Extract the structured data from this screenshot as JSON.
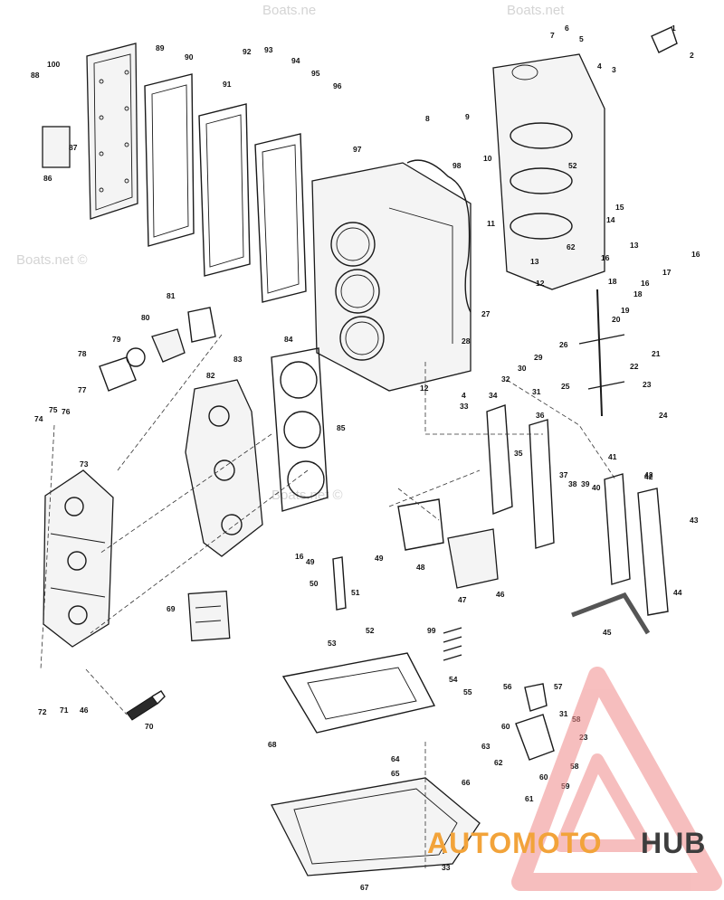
{
  "watermarks": [
    "Boats.net ©",
    "Boats.net ©",
    "Boats.ne",
    "Boats.net"
  ],
  "brand": {
    "word1": "AUTOMOTO",
    "word2": "HUB",
    "colors": {
      "red": "#e83a3a",
      "triangle": "#f08a8a",
      "orange": "#f2a33a",
      "dark": "#3d3d3d"
    }
  },
  "callouts": [
    "1",
    "2",
    "3",
    "4",
    "5",
    "6",
    "7",
    "8",
    "9",
    "10",
    "11",
    "12",
    "13",
    "14",
    "15",
    "16",
    "17",
    "18",
    "19",
    "20",
    "21",
    "22",
    "23",
    "24",
    "25",
    "26",
    "27",
    "28",
    "29",
    "30",
    "31",
    "32",
    "33",
    "34",
    "35",
    "36",
    "37",
    "38",
    "39",
    "40",
    "41",
    "42",
    "43",
    "44",
    "45",
    "46",
    "47",
    "48",
    "49",
    "50",
    "51",
    "52",
    "53",
    "54",
    "55",
    "56",
    "57",
    "58",
    "59",
    "60",
    "61",
    "62",
    "63",
    "64",
    "65",
    "66",
    "67",
    "68",
    "69",
    "70",
    "71",
    "72",
    "73",
    "74",
    "75",
    "76",
    "77",
    "78",
    "79",
    "80",
    "81",
    "82",
    "83",
    "84",
    "85",
    "86",
    "87",
    "88",
    "89",
    "90",
    "91",
    "92",
    "93",
    "94",
    "95",
    "96",
    "97",
    "98",
    "99",
    "100",
    "12",
    "13",
    "16",
    "16",
    "18",
    "23",
    "31",
    "33",
    "42",
    "46",
    "49",
    "52",
    "58",
    "60",
    "62",
    "7",
    "16",
    "4"
  ]
}
